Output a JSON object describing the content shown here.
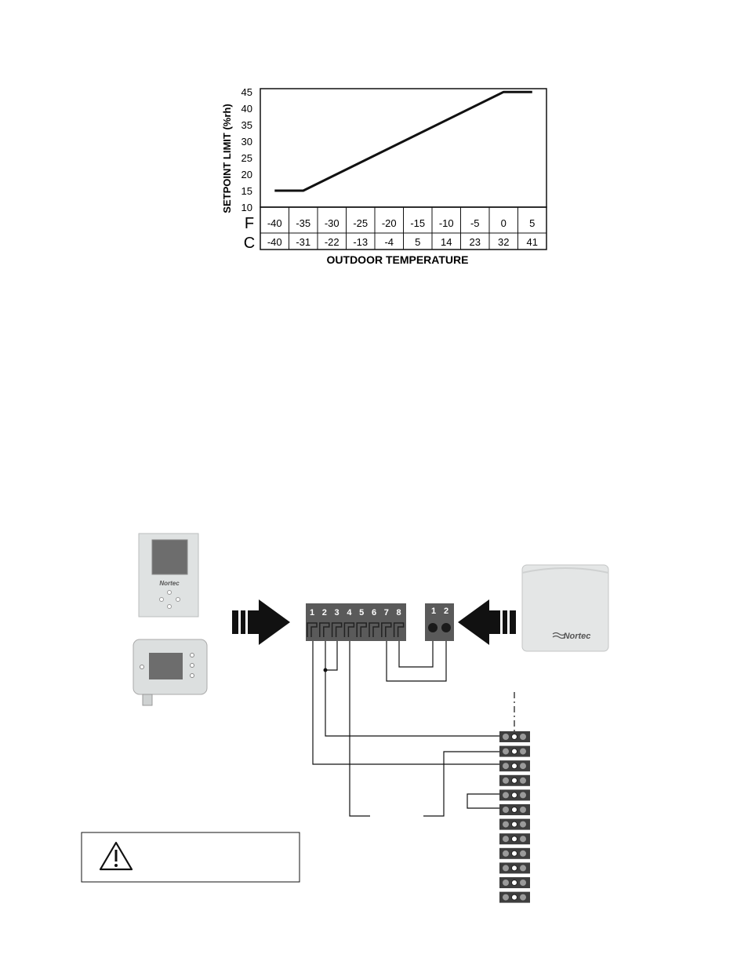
{
  "chart_data": {
    "type": "line",
    "ylabel": "SETPOINT LIMIT (%rh)",
    "xlabel": "OUTDOOR TEMPERATURE",
    "y_ticks": [
      10,
      15,
      20,
      25,
      30,
      35,
      40,
      45
    ],
    "ylim": [
      10,
      46
    ],
    "row_f_label": "F",
    "row_c_label": "C",
    "x_f": [
      "-40",
      "-35",
      "-30",
      "-25",
      "-20",
      "-15",
      "-10",
      "-5",
      "0",
      "5"
    ],
    "x_c": [
      "-40",
      "-31",
      "-22",
      "-13",
      "-4",
      "5",
      "14",
      "23",
      "32",
      "41"
    ],
    "series": [
      {
        "x": [
          -40,
          -35,
          0,
          5
        ],
        "y": [
          15,
          15,
          45,
          45
        ]
      }
    ],
    "grid": false
  },
  "diagram": {
    "terminal_block_numbers": [
      "1",
      "2",
      "3",
      "4",
      "5",
      "6",
      "7",
      "8"
    ],
    "sensor_block_numbers": [
      "1",
      "2"
    ],
    "controller_brand": "Nortec",
    "sensor_brand": "Nortec",
    "colors": {
      "arrow": "#111111",
      "device_body": "#d9dcdc",
      "terminal_dark": "#555555"
    }
  }
}
